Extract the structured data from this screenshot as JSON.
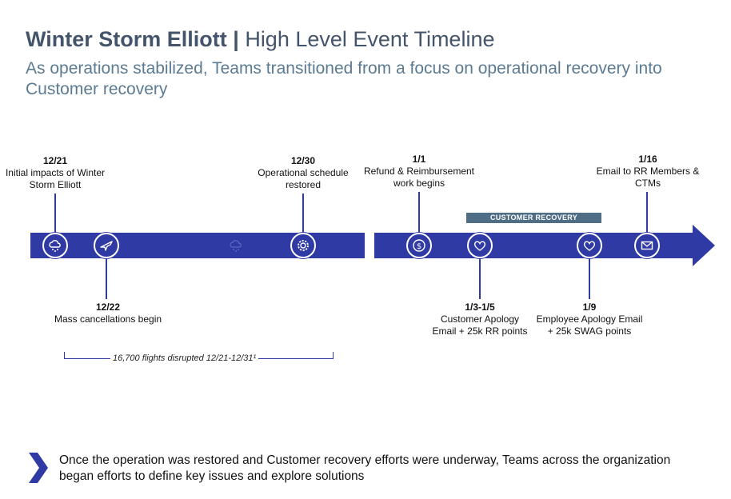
{
  "header": {
    "title_bold": "Winter Storm Elliott |",
    "title_rest": " High Level Event Timeline",
    "subtitle": "As operations stabilized, Teams transitioned from a focus on operational recovery into Customer recovery"
  },
  "colors": {
    "accent": "#2f3aa5",
    "pill": "#4f6d84",
    "title": "#44546a",
    "subtitle": "#5b7b93"
  },
  "timeline": {
    "events": [
      {
        "date": "12/21",
        "line1": "Initial impacts of Winter",
        "line2": "Storm Elliott",
        "icon": "snow-cloud-icon"
      },
      {
        "date": "12/22",
        "line1": "Mass cancellations begin",
        "line2": "",
        "icon": "airplane-icon"
      },
      {
        "date": "12/30",
        "line1": "Operational schedule",
        "line2": "restored",
        "icon": "gear-icon"
      },
      {
        "date": "1/1",
        "line1": "Refund & Reimbursement",
        "line2": "work begins",
        "icon": "dollar-refund-icon"
      },
      {
        "date": "1/3-1/5",
        "line1": "Customer Apology",
        "line2": "Email + 25k RR points",
        "icon": "heart-icon"
      },
      {
        "date": "1/9",
        "line1": "Employee Apology Email",
        "line2": "+ 25k SWAG points",
        "icon": "heart-icon"
      },
      {
        "date": "1/16",
        "line1": "Email to RR Members &",
        "line2": "CTMs",
        "icon": "envelope-icon"
      }
    ],
    "phase_label": "CUSTOMER RECOVERY",
    "bracket_text": "16,700 flights disrupted 12/21-12/31¹"
  },
  "footer": {
    "text": "Once the operation was restored and Customer recovery efforts were underway, Teams across the organization began efforts to define key issues and explore solutions"
  }
}
